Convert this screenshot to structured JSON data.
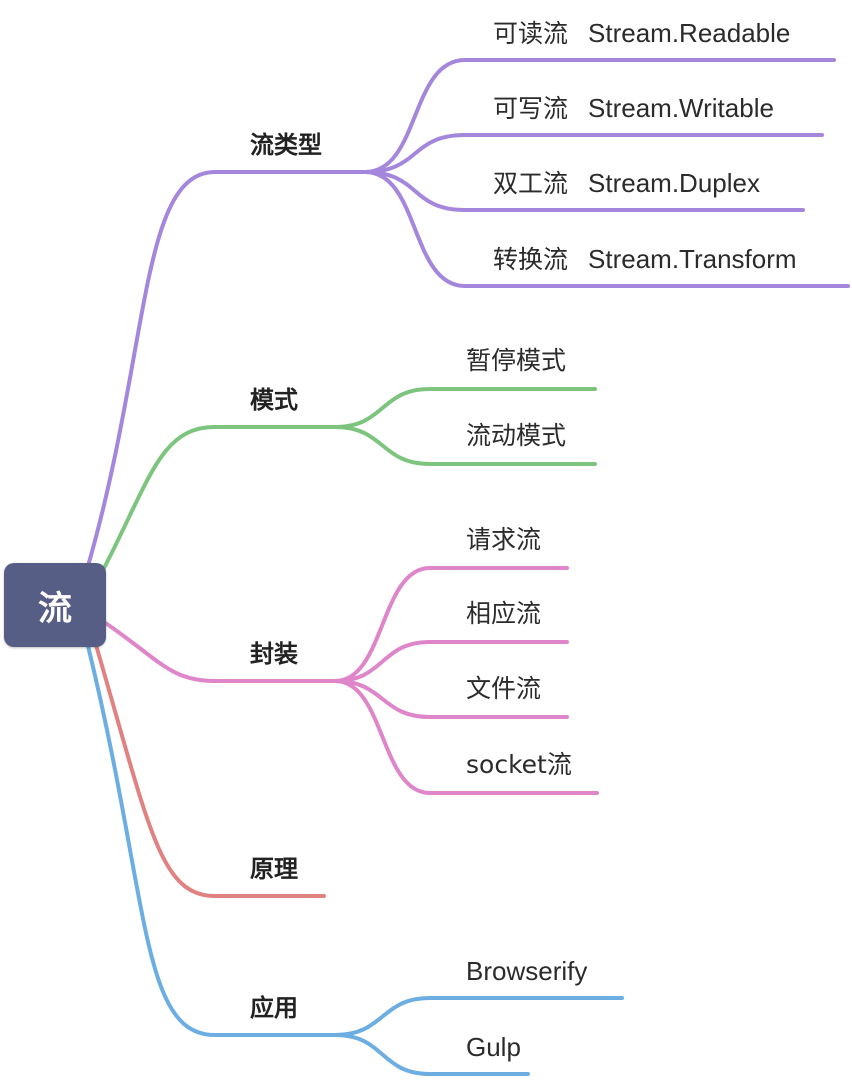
{
  "root": {
    "label": "流"
  },
  "colors": {
    "root_bg": "#575e85",
    "purple": "#a487dc",
    "green": "#7dc57e",
    "pink": "#de86c9",
    "red": "#e08282",
    "blue": "#6daee2"
  },
  "branches": [
    {
      "label": "流类型",
      "color_key": "purple",
      "children": [
        {
          "cn": "可读流",
          "en": "Stream.Readable"
        },
        {
          "cn": "可写流",
          "en": "Stream.Writable"
        },
        {
          "cn": "双工流",
          "en": "Stream.Duplex"
        },
        {
          "cn": "转换流",
          "en": "Stream.Transform"
        }
      ]
    },
    {
      "label": "模式",
      "color_key": "green",
      "children": [
        {
          "cn": "暂停模式"
        },
        {
          "cn": "流动模式"
        }
      ]
    },
    {
      "label": "封装",
      "color_key": "pink",
      "children": [
        {
          "cn": "请求流"
        },
        {
          "cn": "相应流"
        },
        {
          "cn": "文件流"
        },
        {
          "cn": "socket流"
        }
      ]
    },
    {
      "label": "原理",
      "color_key": "red",
      "children": []
    },
    {
      "label": "应用",
      "color_key": "blue",
      "children": [
        {
          "cn": "Browserify"
        },
        {
          "cn": "Gulp"
        }
      ]
    }
  ]
}
